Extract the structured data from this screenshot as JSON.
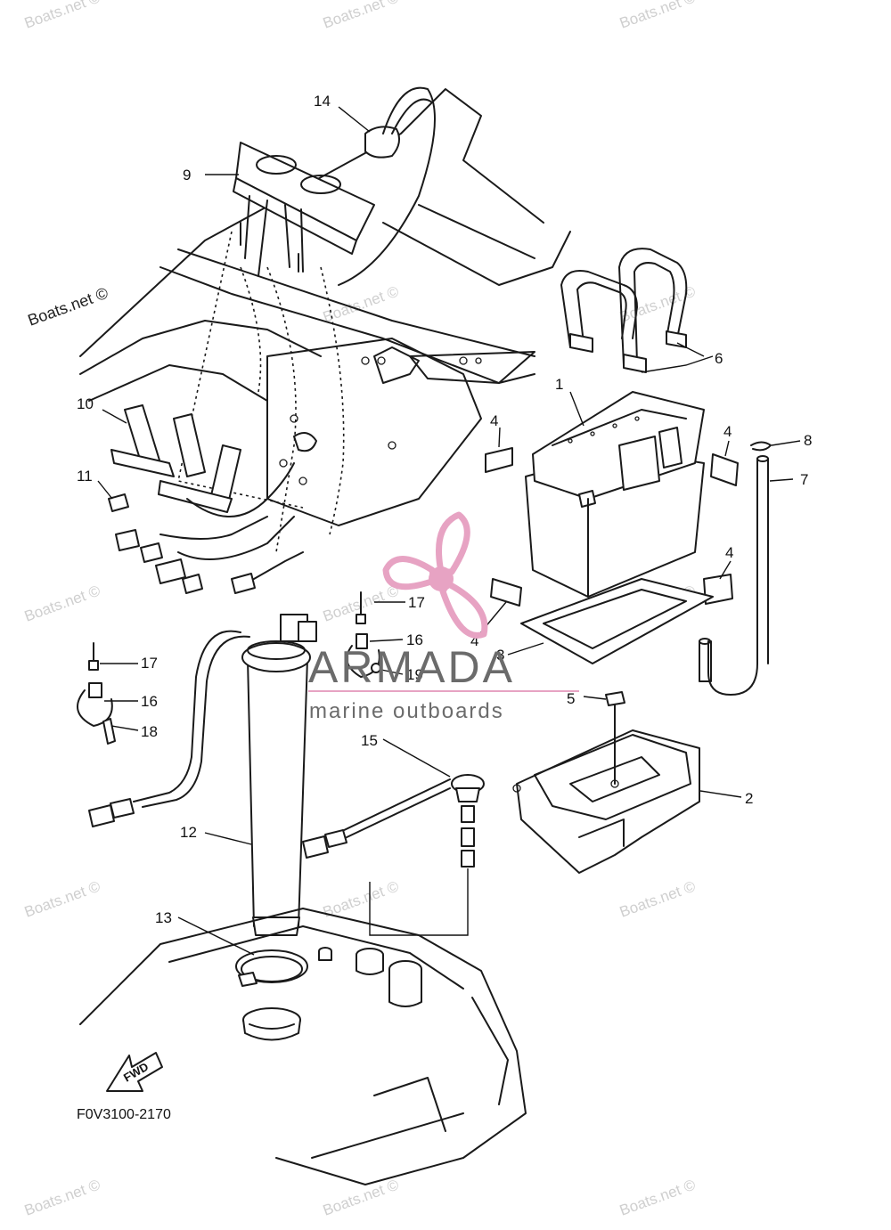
{
  "diagram": {
    "callouts": [
      {
        "id": "c1",
        "text": "1"
      },
      {
        "id": "c2",
        "text": "2"
      },
      {
        "id": "c3",
        "text": "3"
      },
      {
        "id": "c4a",
        "text": "4"
      },
      {
        "id": "c4b",
        "text": "4"
      },
      {
        "id": "c4c",
        "text": "4"
      },
      {
        "id": "c4d",
        "text": "4"
      },
      {
        "id": "c5",
        "text": "5"
      },
      {
        "id": "c6",
        "text": "6"
      },
      {
        "id": "c7",
        "text": "7"
      },
      {
        "id": "c8",
        "text": "8"
      },
      {
        "id": "c9",
        "text": "9"
      },
      {
        "id": "c10",
        "text": "10"
      },
      {
        "id": "c11",
        "text": "11"
      },
      {
        "id": "c12",
        "text": "12"
      },
      {
        "id": "c13",
        "text": "13"
      },
      {
        "id": "c14",
        "text": "14"
      },
      {
        "id": "c15",
        "text": "15"
      },
      {
        "id": "c16a",
        "text": "16"
      },
      {
        "id": "c16b",
        "text": "16"
      },
      {
        "id": "c17a",
        "text": "17"
      },
      {
        "id": "c17b",
        "text": "17"
      },
      {
        "id": "c18",
        "text": "18"
      },
      {
        "id": "c19",
        "text": "19"
      }
    ],
    "drawing_code": "F0V3100-2170",
    "fwd_label": "FWD"
  },
  "watermark": {
    "text": "Boats.net ©",
    "color": "#cfcfcf"
  },
  "brand": {
    "name": "ARMADA",
    "tagline": "marine outboards",
    "logo_color": "#e7a3c3",
    "text_color": "#6b6b6b"
  }
}
